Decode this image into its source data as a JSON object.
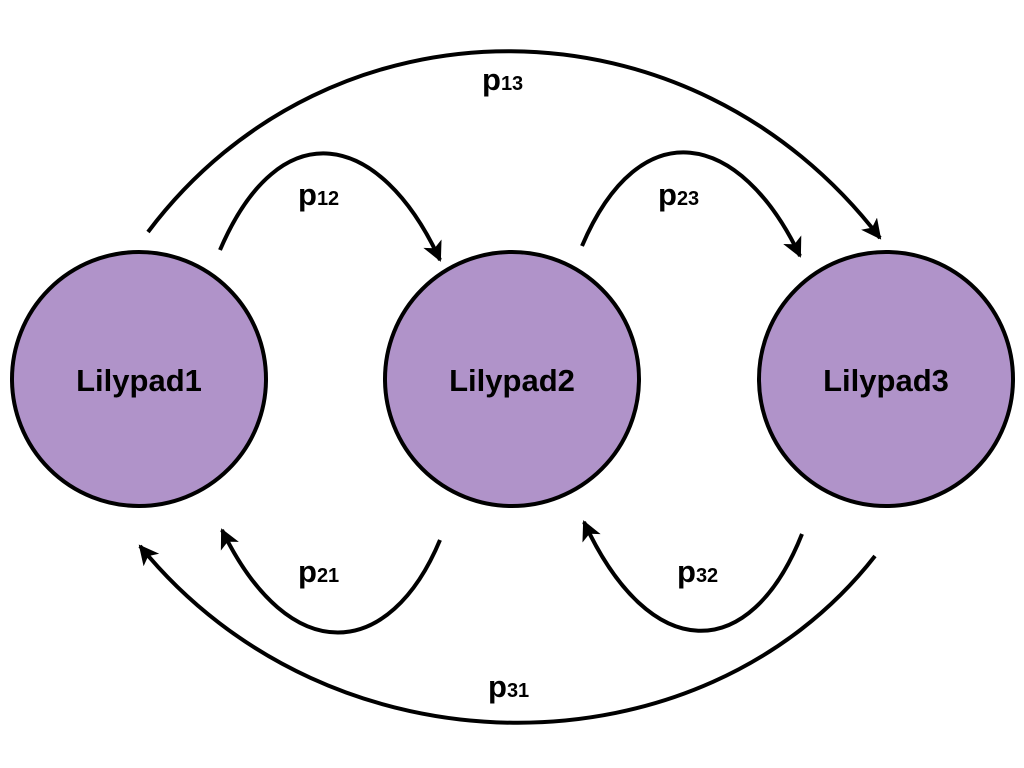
{
  "colors": {
    "node_fill": "#b093c9",
    "stroke": "#000000",
    "background": "#ffffff"
  },
  "nodes": [
    {
      "id": "node-1",
      "label": "Lilypad1"
    },
    {
      "id": "node-2",
      "label": "Lilypad2"
    },
    {
      "id": "node-3",
      "label": "Lilypad3"
    }
  ],
  "edges": [
    {
      "from": "Lilypad1",
      "to": "Lilypad2",
      "label_main": "p",
      "label_sub": "12"
    },
    {
      "from": "Lilypad2",
      "to": "Lilypad3",
      "label_main": "p",
      "label_sub": "23"
    },
    {
      "from": "Lilypad1",
      "to": "Lilypad3",
      "label_main": "p",
      "label_sub": "13"
    },
    {
      "from": "Lilypad2",
      "to": "Lilypad1",
      "label_main": "p",
      "label_sub": "21"
    },
    {
      "from": "Lilypad3",
      "to": "Lilypad2",
      "label_main": "p",
      "label_sub": "32"
    },
    {
      "from": "Lilypad3",
      "to": "Lilypad1",
      "label_main": "p",
      "label_sub": "31"
    }
  ]
}
